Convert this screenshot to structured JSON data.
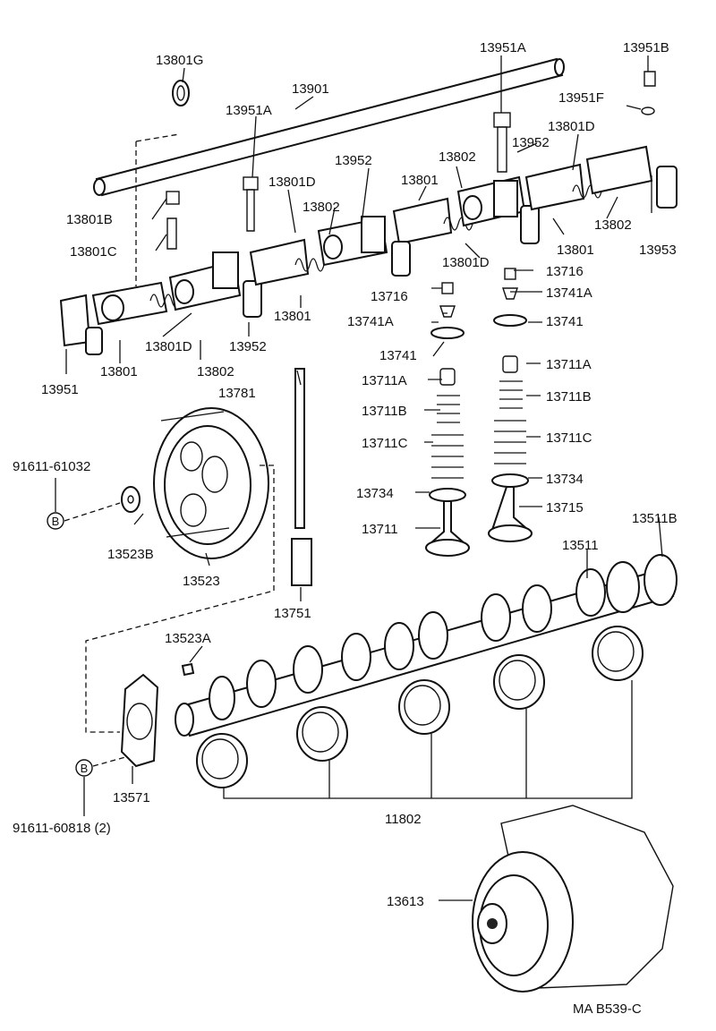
{
  "diagram_code": "MA B539-C",
  "callouts": {
    "c13801G": "13801G",
    "c13901": "13901",
    "c13951A_1": "13951A",
    "c13951A_2": "13951A",
    "c13951B": "13951B",
    "c13951F": "13951F",
    "c13801D_1": "13801D",
    "c13801D_2": "13801D",
    "c13801D_3": "13801D",
    "c13801D_4": "13801D",
    "c13952_1": "13952",
    "c13952_2": "13952",
    "c13952_3": "13952",
    "c13802_1": "13802",
    "c13802_2": "13802",
    "c13802_3": "13802",
    "c13802_4": "13802",
    "c13801_1": "13801",
    "c13801_2": "13801",
    "c13801_3": "13801",
    "c13801_4": "13801",
    "c13801B": "13801B",
    "c13801C": "13801C",
    "c13953": "13953",
    "c13716_1": "13716",
    "c13716_2": "13716",
    "c13741A_1": "13741A",
    "c13741A_2": "13741A",
    "c13741_1": "13741",
    "c13741_2": "13741",
    "c13951": "13951",
    "c13781": "13781",
    "c13711A_1": "13711A",
    "c13711A_2": "13711A",
    "c13711B_1": "13711B",
    "c13711B_2": "13711B",
    "c13711C_1": "13711C",
    "c13711C_2": "13711C",
    "c13734_1": "13734",
    "c13734_2": "13734",
    "c13711": "13711",
    "c13715": "13715",
    "c91611_61032": "91611-61032",
    "c13523B": "13523B",
    "c13523": "13523",
    "c13751": "13751",
    "c13511B": "13511B",
    "c13511": "13511",
    "c13523A": "13523A",
    "c13571": "13571",
    "c91611_60818": "91611-60818 (2)",
    "c11802": "11802",
    "c13613": "13613"
  },
  "bolt_marker": "B"
}
